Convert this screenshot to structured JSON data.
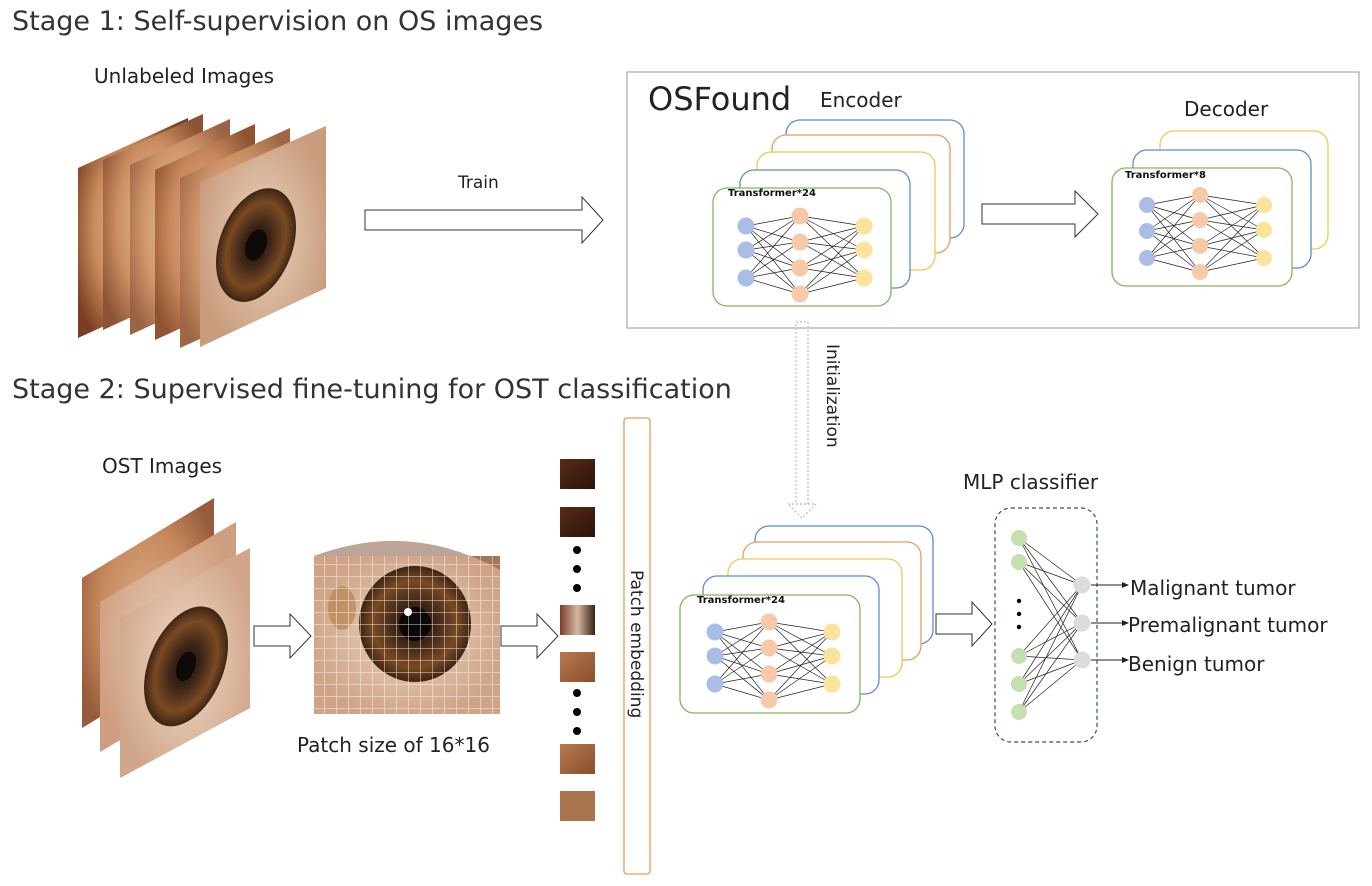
{
  "stage1": {
    "title": "Stage 1: Self-supervision on OS images",
    "unlabeled_label": "Unlabeled Images",
    "train_label": "Train",
    "osfound_label": "OSFound",
    "encoder_label": "Encoder",
    "decoder_label": "Decoder",
    "encoder_transformer": "Transformer*24",
    "decoder_transformer": "Transformer*8"
  },
  "initialization_label": "Initialization",
  "stage2": {
    "title": "Stage 2: Supervised fine-tuning for OST classification",
    "ost_images_label": "OST Images",
    "patch_size_label": "Patch size of 16*16",
    "patch_embedding_label": "Patch embedding",
    "transformer_label": "Transformer*24",
    "mlp_label": "MLP classifier",
    "outputs": [
      "Malignant tumor",
      "Premalignant tumor",
      "Benign tumor"
    ]
  },
  "colors": {
    "blue_node": "#a9bde6",
    "orange_node": "#f7c9a9",
    "yellow_node": "#fae39a",
    "green_node": "#c3e0b1",
    "gray_node": "#dcdcdc",
    "green_frame": "#7fb85a",
    "blue_frame": "#5b8bd1",
    "orange_frame": "#ec9a5a",
    "yellow_frame": "#f3c64a",
    "mlp_frame": "#3a4a7a",
    "embed_frame": "#ec9a5a"
  }
}
